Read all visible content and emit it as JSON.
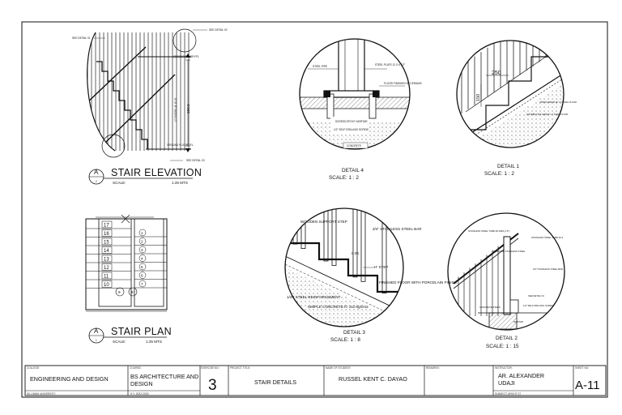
{
  "drawings": {
    "stair_elevation": {
      "marker": "A",
      "sheet_ref": "2",
      "title": "STAIR ELEVATION",
      "scale_label": "SCALE:",
      "scale_value": "1:25 MTS",
      "callouts": [
        "SEE DETAIL 01",
        "SEE DETAIL 02",
        "SEE DETAIL 03"
      ],
      "floor_labels": [
        "SECOND FLOOR FFL",
        "GROUND FLOOR FFL"
      ],
      "height_dim": "260.0",
      "rotated_note": "17 RISERS @ 15.29"
    },
    "stair_plan": {
      "marker": "A",
      "sheet_ref": "1",
      "title": "STAIR PLAN",
      "scale_label": "SCALE:",
      "scale_value": "1:25 MTS",
      "steps_left": [
        "17",
        "16",
        "15",
        "14",
        "13",
        "12",
        "11",
        "10"
      ],
      "steps_right": [
        "1",
        "2",
        "3",
        "4",
        "5",
        "6",
        "7"
      ],
      "steps_bottom": [
        "9",
        "8"
      ]
    },
    "detail_4": {
      "title": "DETAIL 4",
      "scale": "SCALE:   1 : 2",
      "labels": {
        "steel_pipe": "STEEL PIPE",
        "steel_plate": "STEEL PLATE 12 X 6 1/2\"",
        "floor_finish": "FLOOR FINISHED W/ CERAMIC",
        "screed": "SCREED EPOXY MORTAR",
        "drilling": "1/2\" SELF DRILLING SCREW",
        "concrete": "CONCRETE"
      }
    },
    "detail_1": {
      "title": "DETAIL 1",
      "scale": "SCALE:   1 : 2",
      "dim_horizontal": "250",
      "dim_vertical": "150",
      "labels": {
        "upper": "UPPER ARMOR W/ 1.5 STEEL FLOOR",
        "lower": "DISTRIBUTION ARMOR 1.5 STEEL FLOOR"
      }
    },
    "detail_3": {
      "title": "DETAIL 3",
      "scale": "SCALE:   1 : 8",
      "labels": {
        "wooden": "WOODEN SUPPORT STEP",
        "stainless": "3/4\" STAINLESS STEEL BAR",
        "dim": "0.04",
        "h_step": "H' STEP",
        "finished": "FINISHED FLOOR WITH PORCELAIN FINISH",
        "steel_reinf": "1/2P STEEL REINFORCEMENT",
        "concrete": "SIMPLE CONCRETE fc' 210 kg/cm2"
      }
    },
    "detail_2": {
      "title": "DETAIL 2",
      "scale": "SCALE:   1 : 15",
      "labels": {
        "tube": "STAINLESS STEEL TUBE 38.1MM (1.5\")",
        "stainless_top": "STAINLESS STEEL TUBE 25.4",
        "baluster": "BALUSTER STAINLESS STEEL",
        "stainless_mid": "3/4\" STAINLESS STEEL BAR",
        "see_detail": "SEE DETAIL 04",
        "concrete": "CONCRETE STEPS",
        "drilling": "1/2\" SELF DRILLING SCREW",
        "mortar": "MORTAR"
      }
    }
  },
  "title_block": {
    "college_label": "COLLEGE:",
    "college": "ENGINEERING AND DESIGN",
    "university": "SILLIMAN UNIVERSITY",
    "course_label": "COURSE:",
    "course": "BS ARCHITECTURE AND DESIGN",
    "school_year": "S.Y. 2022-2023",
    "exercise_label": "EXERCISE NO:",
    "exercise_no": "3",
    "project_label": "PROJECT TITLE:",
    "project_title": "STAIR DETAILS",
    "student_label": "NAME OF STUDENT:",
    "student_name": "RUSSEL KENT C. DAYAO",
    "remarks_label": "REMARKS:",
    "instructor_label": "INSTRUCTOR:",
    "instructor": "AR. ALEXANDER UDAJI",
    "subject": "SUBJECT: ARCHT 37",
    "sheet_label": "SHEET NO:",
    "sheet_no": "A-11"
  }
}
